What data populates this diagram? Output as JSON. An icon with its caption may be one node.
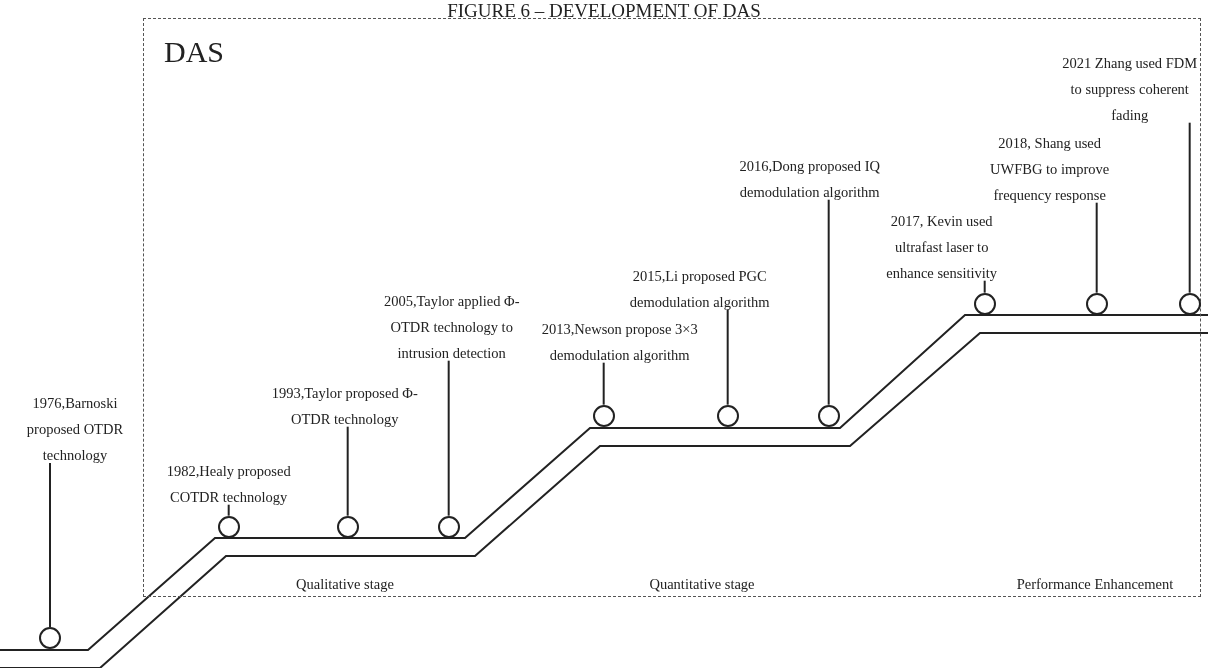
{
  "diagram": {
    "title": "FIGURE 6 – DEVELOPMENT OF DAS",
    "nodes": [
      {
        "text": [
          "DAS"
        ]
      },
      {
        "text": [
          "1976,Barnoski proposed OTDR technology"
        ]
      },
      {
        "text": [],
        "shape": "circle"
      },
      {
        "text": [
          "1982,Healy proposed COTDR technology"
        ],
        "in": 0
      },
      {
        "text": [],
        "shape": "circle",
        "in": 0
      },
      {
        "text": [
          "1993,Taylor proposed Φ-OTDR technology"
        ],
        "in": 0
      },
      {
        "text": [],
        "shape": "circle",
        "in": 0
      },
      {
        "text": [
          "2005,Taylor applied Φ-OTDR technology to intrusion detection"
        ],
        "in": 0
      },
      {
        "text": [],
        "shape": "circle",
        "in": 0
      },
      {
        "text": [
          "2013,Newson propose 3×3 demodulation algorithm"
        ],
        "in": 0
      },
      {
        "text": [],
        "shape": "circle",
        "in": 0
      },
      {
        "text": [
          "2015,Li proposed PGC demodulation algorithm"
        ],
        "in": 0
      },
      {
        "text": [],
        "shape": "circle",
        "in": 0
      },
      {
        "text": [
          "2016,Dong proposed IQ demodulation algorithm"
        ],
        "in": 0
      },
      {
        "text": [],
        "shape": "circle",
        "in": 0
      },
      {
        "text": [
          "2017, Kevin used ultrafast laser to enhance sensitivity"
        ],
        "in": 0
      },
      {
        "text": [],
        "shape": "circle",
        "in": 0
      },
      {
        "text": [
          "2018, Shang used UWFBG to improve frequency response"
        ],
        "in": 0
      },
      {
        "text": [],
        "shape": "circle",
        "in": 0
      },
      {
        "text": [
          "2021 Zhang used FDM to suppress coherent fading"
        ],
        "in": 0
      },
      {
        "text": [],
        "shape": "circle",
        "in": 0
      }
    ],
    "edges": [
      {
        "from": 1,
        "to": 2,
        "arrow": "none"
      },
      {
        "from": 3,
        "to": 4,
        "arrow": "none"
      },
      {
        "from": 5,
        "to": 6,
        "arrow": "none"
      },
      {
        "from": 7,
        "to": 8,
        "arrow": "none"
      },
      {
        "from": 9,
        "to": 10,
        "arrow": "none"
      },
      {
        "from": 11,
        "to": 12,
        "arrow": "none"
      },
      {
        "from": 13,
        "to": 14,
        "arrow": "none"
      },
      {
        "from": 15,
        "to": 16,
        "arrow": "none"
      },
      {
        "from": 17,
        "to": 18,
        "arrow": "none"
      },
      {
        "from": 19,
        "to": 20,
        "arrow": "none"
      }
    ],
    "labels": [
      "Qualitative stage",
      "Quantitative stage",
      "Performance Enhancement"
    ]
  }
}
